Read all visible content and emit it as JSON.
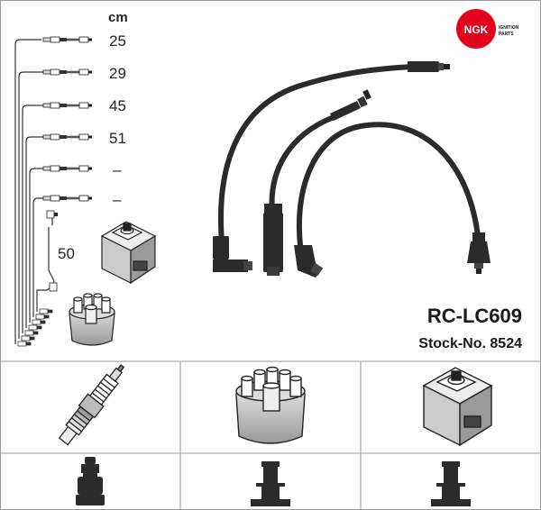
{
  "unit_label": "cm",
  "lengths": [
    {
      "value": "25"
    },
    {
      "value": "29"
    },
    {
      "value": "45"
    },
    {
      "value": "51"
    },
    {
      "value": "–"
    },
    {
      "value": "–"
    }
  ],
  "coil_lead_length": "50",
  "logo": {
    "brand": "NGK",
    "line1": "IGNITION",
    "line2": "PARTS",
    "color": "#e2001a"
  },
  "product": {
    "code": "RC-LC609",
    "stock": "Stock-No. 8524"
  },
  "colors": {
    "border": "#999999",
    "ink": "#1a1a1a",
    "wire": "#2b2b2b"
  }
}
